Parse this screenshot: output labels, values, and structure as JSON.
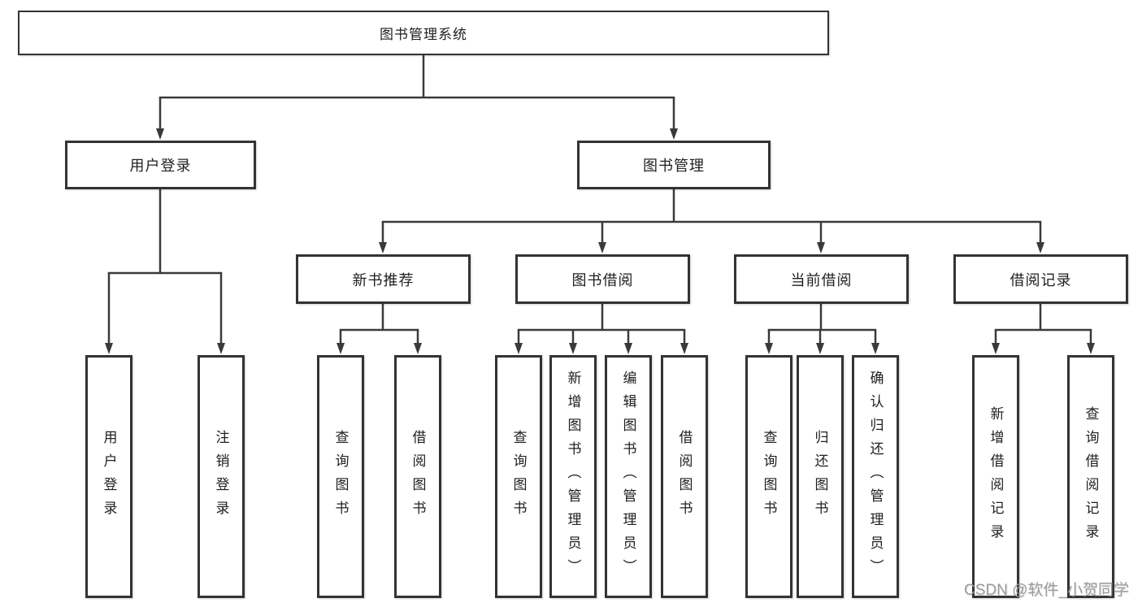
{
  "tree": {
    "root": {
      "label": "图书管理系统"
    },
    "level2": [
      {
        "label": "用户登录",
        "children": [
          {
            "label": "用户登录"
          },
          {
            "label": "注销登录"
          }
        ]
      },
      {
        "label": "图书管理"
      }
    ],
    "level3": [
      {
        "label": "新书推荐",
        "children": [
          {
            "label": "查询图书"
          },
          {
            "label": "借阅图书"
          }
        ]
      },
      {
        "label": "图书借阅",
        "children": [
          {
            "label": "查询图书"
          },
          {
            "label": "新增图书（管理员）"
          },
          {
            "label": "编辑图书（管理员）"
          },
          {
            "label": "借阅图书"
          }
        ]
      },
      {
        "label": "当前借阅",
        "children": [
          {
            "label": "查询图书"
          },
          {
            "label": "归还图书"
          },
          {
            "label": "确认归还（管理员）"
          }
        ]
      },
      {
        "label": "借阅记录",
        "children": [
          {
            "label": "新增借阅记录"
          },
          {
            "label": "查询借阅记录"
          }
        ]
      }
    ]
  },
  "watermark": {
    "text": "CSDN @软件_小贺同学"
  },
  "colors": {
    "line": "#3a3a3a",
    "box_border": "#333333",
    "text": "#1f1f1f",
    "watermark": "#9b9b9b",
    "background": "#ffffff"
  }
}
